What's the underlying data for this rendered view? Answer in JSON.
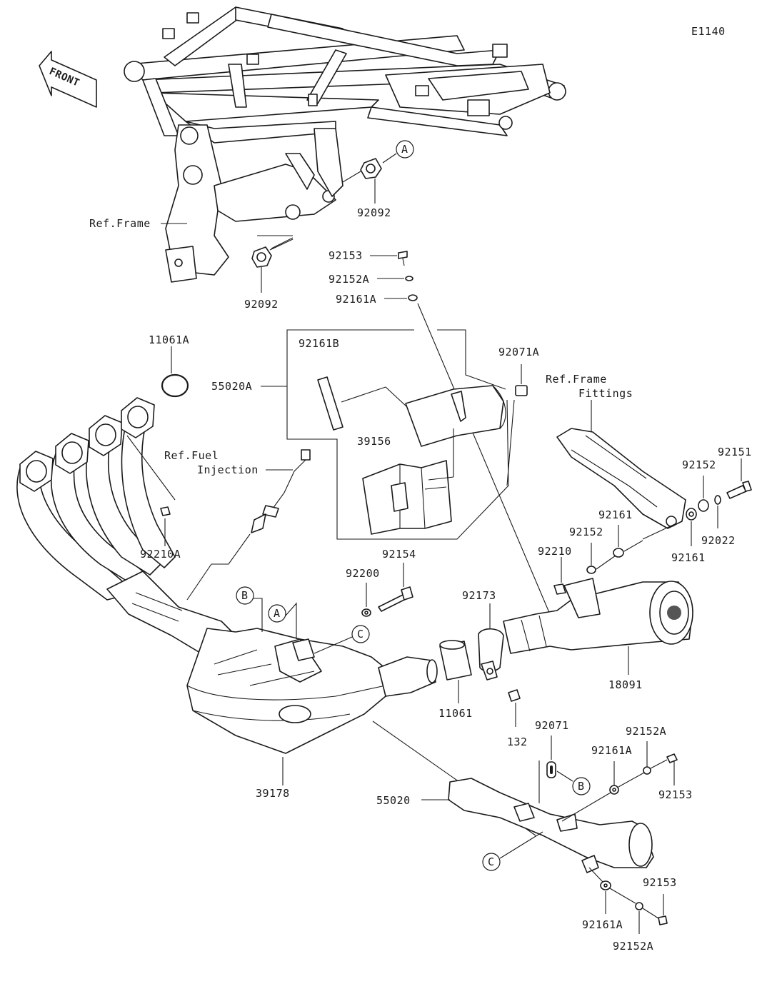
{
  "diagram": {
    "code": "E1140",
    "front_label": "FRONT",
    "ref_labels": {
      "frame": "Ref.Frame",
      "frame_fittings_1": "Ref.Frame",
      "frame_fittings_2": "Fittings",
      "fuel_injection_1": "Ref.Fuel",
      "fuel_injection_2": "Injection"
    },
    "parts": {
      "p92092_top": "92092",
      "p92092_bottom": "92092",
      "p92153_top": "92153",
      "p92152A_top": "92152A",
      "p92161A_top": "92161A",
      "p11061A": "11061A",
      "p92161B": "92161B",
      "p55020A": "55020A",
      "p92071A": "92071A",
      "p39156": "39156",
      "p92210A": "92210A",
      "p92151": "92151",
      "p92152_right": "92152",
      "p92161_mid": "92161",
      "p92152_mid": "92152",
      "p92161_right": "92161",
      "p92022": "92022",
      "p92210": "92210",
      "p92154": "92154",
      "p92200": "92200",
      "p92173": "92173",
      "p18091": "18091",
      "p11061": "11061",
      "p132": "132",
      "p39178": "39178",
      "p92071": "92071",
      "p92152A_low": "92152A",
      "p92161A_low": "92161A",
      "p92153_low": "92153",
      "p55020": "55020",
      "p92153_bottom": "92153",
      "p92161A_bottom": "92161A",
      "p92152A_bottom": "92152A"
    },
    "callouts": {
      "a_top": "A",
      "a_mid": "A",
      "b_mid": "B",
      "b_low": "B",
      "c_mid": "C",
      "c_low": "C"
    }
  }
}
